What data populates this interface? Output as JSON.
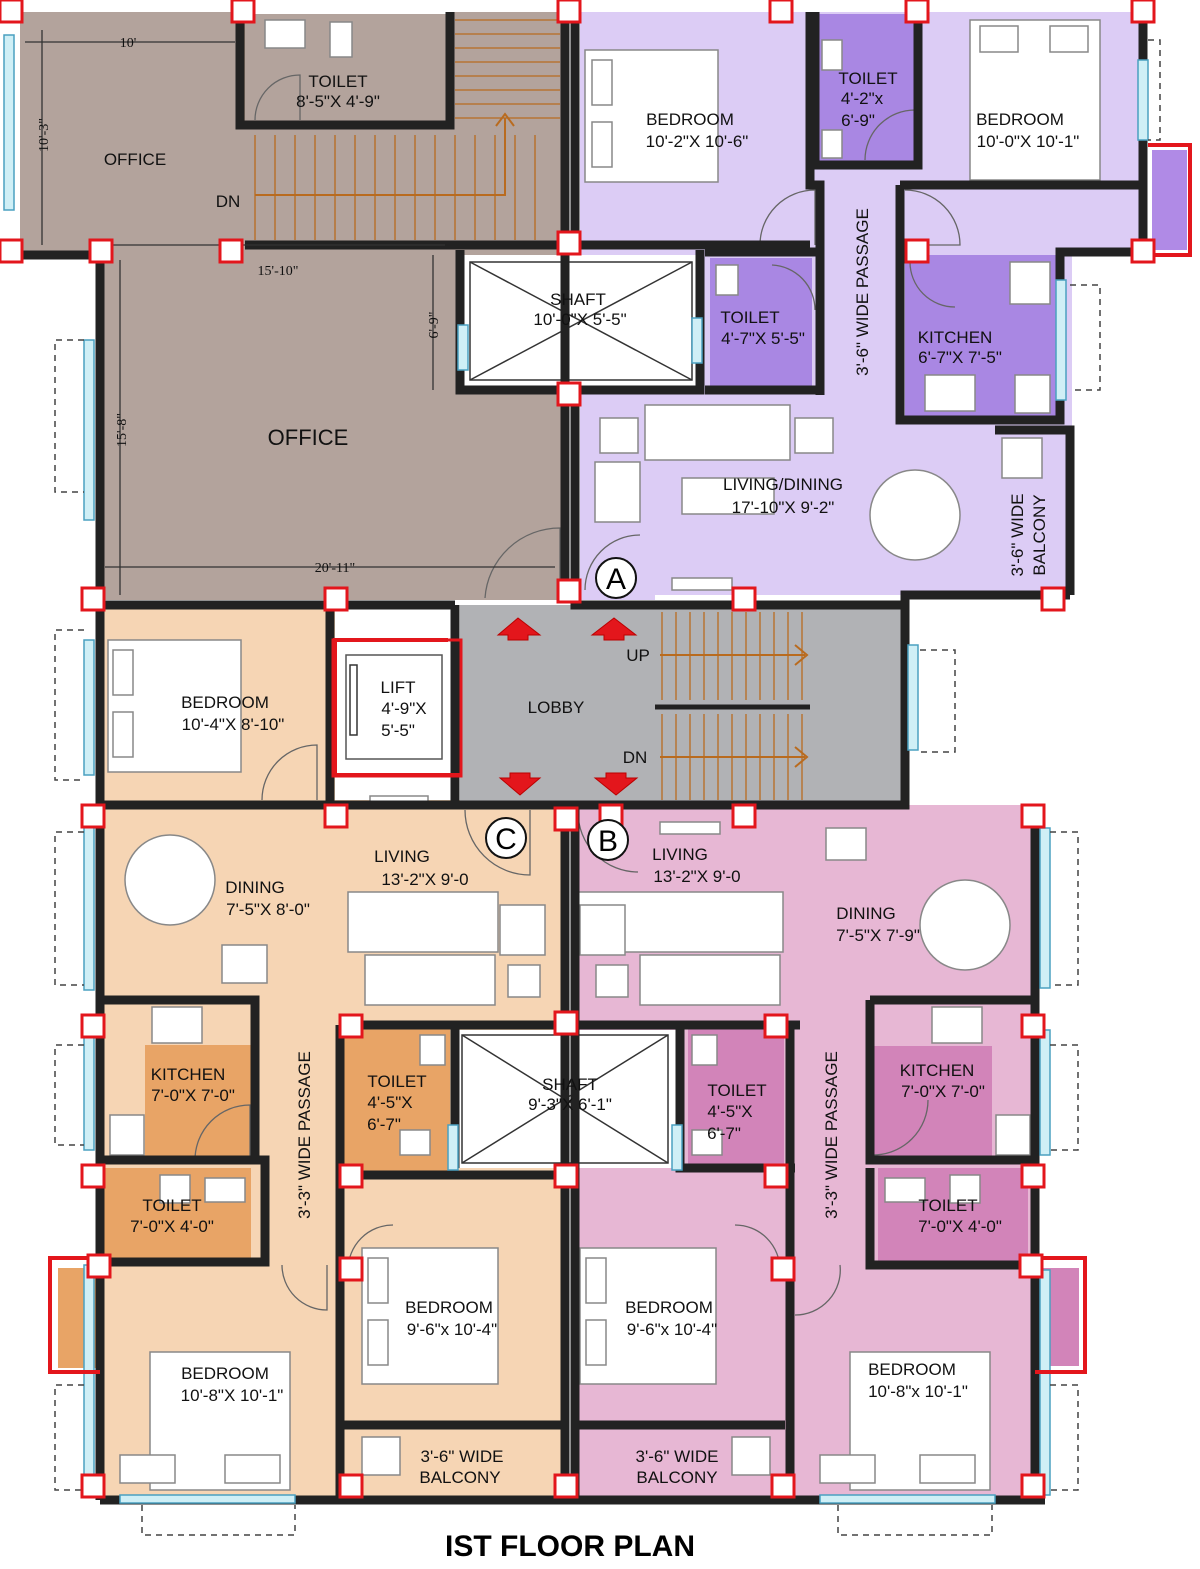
{
  "title": "IST FLOOR PLAN",
  "colors": {
    "office": "#b3a39c",
    "toilet_office": "#9e8878",
    "flat_a": "#dcccf5",
    "flat_a_wet": "#a987e3",
    "flat_b": "#e7b7d4",
    "flat_b_wet": "#d284b9",
    "flat_c": "#f6d5b4",
    "flat_c_wet": "#e8a466",
    "lobby": "#b1b2b5",
    "column": "#e3161c"
  },
  "rooms": {
    "office_top": {
      "name": "OFFICE"
    },
    "office_toilet": {
      "name": "TOILET",
      "size": "8'-5\"X 4'-9\""
    },
    "office_main": {
      "name": "OFFICE"
    },
    "shaft_top": {
      "name": "SHAFT",
      "size": "10'-0\"X 5'-5\""
    },
    "a_bed1": {
      "name": "BEDROOM",
      "size": "10'-2\"X 10'-6\""
    },
    "a_toilet1": {
      "name": "TOILET",
      "size1": "4'-2\"x",
      "size2": "6'-9\""
    },
    "a_bed2": {
      "name": "BEDROOM",
      "size": "10'-0\"X 10'-1\""
    },
    "a_toilet2": {
      "name": "TOILET",
      "size": "4'-7\"X 5'-5\""
    },
    "a_kitchen": {
      "name": "KITCHEN",
      "size": "6'-7\"X 7'-5\""
    },
    "a_passage": {
      "name": "3'-6\" WIDE PASSAGE"
    },
    "a_living": {
      "name": "LIVING/DINING",
      "size": "17'-10\"X 9'-2\""
    },
    "a_balcony": {
      "line1": "3'-6\" WIDE",
      "line2": "BALCONY"
    },
    "c_bed_top": {
      "name": "BEDROOM",
      "size": "10'-4\"X 8'-10\""
    },
    "lift": {
      "name": "LIFT",
      "size1": "4'-9\"X",
      "size2": "5'-5\""
    },
    "lobby": {
      "name": "LOBBY",
      "up": "UP",
      "dn": "DN"
    },
    "c_living": {
      "name": "LIVING",
      "size": "13'-2\"X 9'-0"
    },
    "c_dining": {
      "name": "DINING",
      "size": "7'-5\"X 8'-0\""
    },
    "b_living": {
      "name": "LIVING",
      "size": "13'-2\"X 9'-0"
    },
    "b_dining": {
      "name": "DINING",
      "size": "7'-5\"X 7'-9\""
    },
    "c_kitchen": {
      "name": "KITCHEN",
      "size": "7'-0\"X 7'-0\""
    },
    "c_toilet1": {
      "name": "TOILET",
      "size1": "4'-5\"X",
      "size2": "6'-7\""
    },
    "shaft_mid": {
      "name": "SHAFT",
      "size": "9'-3\"X 6'-1\""
    },
    "b_toilet1": {
      "name": "TOILET",
      "size1": "4'-5\"X",
      "size2": "6'-7\""
    },
    "b_kitchen": {
      "name": "KITCHEN",
      "size": "7'-0\"X 7'-0\""
    },
    "c_passage": {
      "name": "3'-3\" WIDE PASSAGE"
    },
    "b_passage": {
      "name": "3'-3\" WIDE PASSAGE"
    },
    "c_toilet2": {
      "name": "TOILET",
      "size": "7'-0\"X 4'-0\""
    },
    "b_toilet2": {
      "name": "TOILET",
      "size": "7'-0\"X 4'-0\""
    },
    "c_bed2": {
      "name": "BEDROOM",
      "size": "9'-6\"x 10'-4\""
    },
    "b_bed2": {
      "name": "BEDROOM",
      "size": "9'-6\"x 10'-4\""
    },
    "c_bed3": {
      "name": "BEDROOM",
      "size": "10'-8\"X 10'-1\""
    },
    "b_bed3": {
      "name": "BEDROOM",
      "size": "10'-8\"x 10'-1\""
    },
    "c_balcony": {
      "line1": "3'-6\" WIDE",
      "line2": "BALCONY"
    },
    "b_balcony": {
      "line1": "3'-6\" WIDE",
      "line2": "BALCONY"
    }
  },
  "stair_office": {
    "label": "DN"
  },
  "dimensions": {
    "d1": "10'",
    "d2": "10'-3\"",
    "d3": "15'-10\"",
    "d4": "6'-9\"",
    "d5": "15'-8\"",
    "d6": "20'-11\""
  },
  "flat_markers": {
    "a": "A",
    "b": "B",
    "c": "C"
  }
}
